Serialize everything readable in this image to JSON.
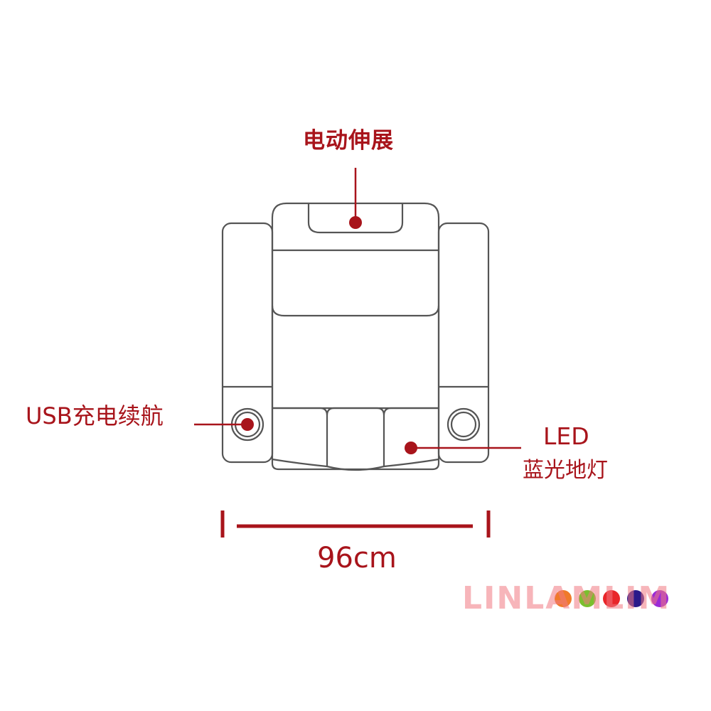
{
  "labels": {
    "electric_extension": "电动伸展",
    "usb_charging": "USB充电续航",
    "led_line1": "LED",
    "led_line2": "蓝光地灯",
    "width": "96cm"
  },
  "watermark": {
    "text": "LINLAMLIM",
    "dot_colors": [
      "#f07a2a",
      "#7bbf2e",
      "#e8262a",
      "#2a1a8a",
      "#9a2ad6"
    ]
  },
  "colors": {
    "outline": "#555555",
    "accent": "#a8141b"
  }
}
